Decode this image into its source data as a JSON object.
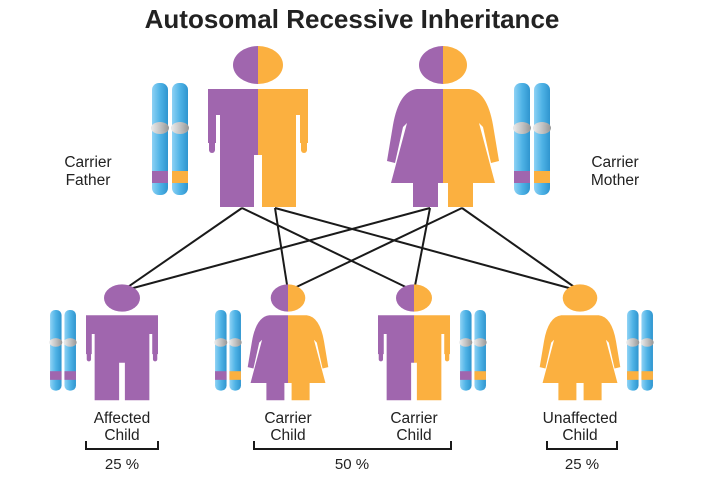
{
  "title": "Autosomal Recessive Inheritance",
  "colors": {
    "affected": "#a066ae",
    "unaffected": "#fbb040",
    "chromosome": "#5bb8e8",
    "centromere": "#c8c8c8",
    "lines": "#1a1a1a"
  },
  "parents": {
    "father": {
      "label_line1": "Carrier",
      "label_line2": "Father"
    },
    "mother": {
      "label_line1": "Carrier",
      "label_line2": "Mother"
    }
  },
  "children": [
    {
      "label_line1": "Affected",
      "label_line2": "Child"
    },
    {
      "label_line1": "Carrier",
      "label_line2": "Child"
    },
    {
      "label_line1": "Carrier",
      "label_line2": "Child"
    },
    {
      "label_line1": "Unaffected",
      "label_line2": "Child"
    }
  ],
  "probabilities": [
    {
      "label": "25 %"
    },
    {
      "label": "50 %"
    },
    {
      "label": "25 %"
    }
  ],
  "icons": [
    "male-figure-icon",
    "female-figure-icon",
    "chromosome-icon"
  ]
}
